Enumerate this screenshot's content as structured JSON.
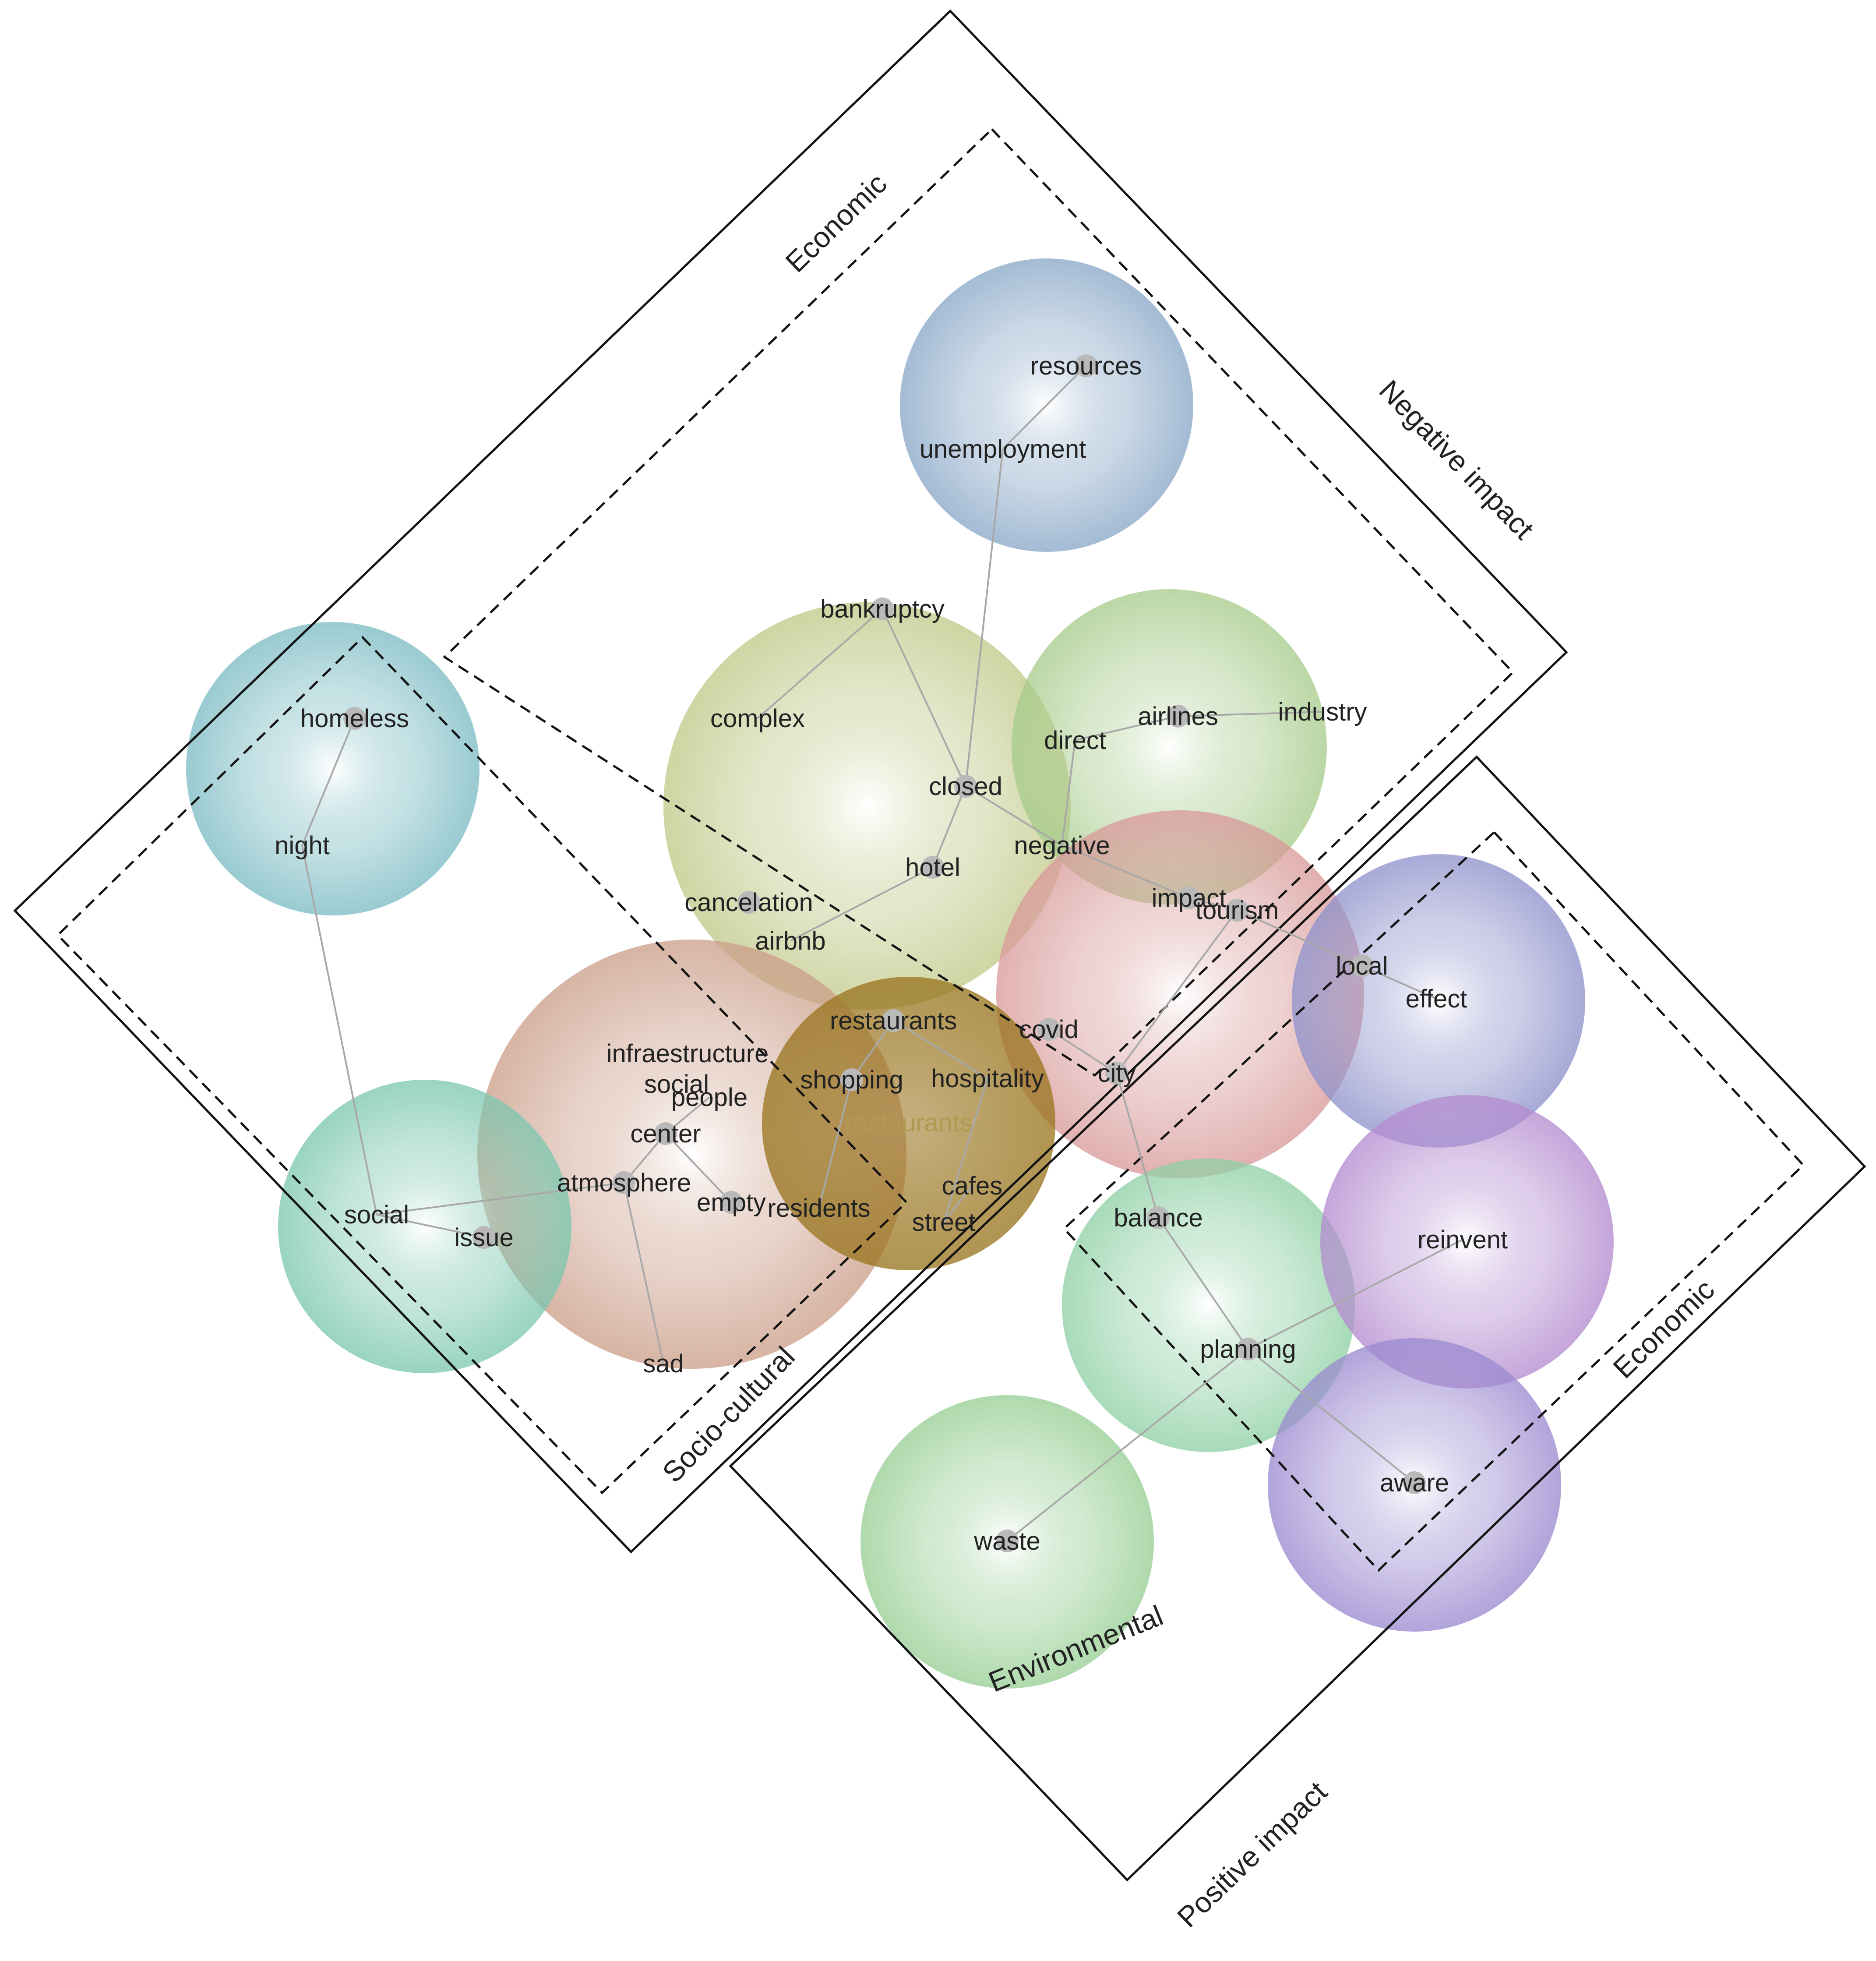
{
  "regions": {
    "negative_impact": "Negative impact",
    "positive_impact": "Positive impact",
    "economic_top": "Economic",
    "socio_cultural": "Socio-cultural",
    "economic_right": "Economic",
    "environmental": "Environmental"
  },
  "clusters": [
    {
      "id": "resources",
      "color": "#8aa8c8"
    },
    {
      "id": "homeless",
      "color": "#7cbcc4"
    },
    {
      "id": "closed",
      "color": "#c2c98a"
    },
    {
      "id": "airlines",
      "color": "#a7cc8c"
    },
    {
      "id": "impact",
      "color": "#d99a9a"
    },
    {
      "id": "local",
      "color": "#8f92cc"
    },
    {
      "id": "atmosphere",
      "color": "#cc9f8a"
    },
    {
      "id": "restaurants",
      "color": "#9a7620"
    },
    {
      "id": "social-issue",
      "color": "#7cc7b0"
    },
    {
      "id": "balance",
      "color": "#8fd0a5"
    },
    {
      "id": "reinvent",
      "color": "#b48cd0"
    },
    {
      "id": "aware",
      "color": "#9b8ad0"
    },
    {
      "id": "waste",
      "color": "#98cf95"
    }
  ],
  "nodes": [
    {
      "id": "resources",
      "label": "resources"
    },
    {
      "id": "unemployment",
      "label": "unemployment"
    },
    {
      "id": "bankruptcy",
      "label": "bankruptcy"
    },
    {
      "id": "complex",
      "label": "complex"
    },
    {
      "id": "closed",
      "label": "closed"
    },
    {
      "id": "hotel",
      "label": "hotel"
    },
    {
      "id": "cancelation",
      "label": "cancelation"
    },
    {
      "id": "airbnb",
      "label": "airbnb"
    },
    {
      "id": "direct",
      "label": "direct"
    },
    {
      "id": "airlines",
      "label": "airlines"
    },
    {
      "id": "industry",
      "label": "industry"
    },
    {
      "id": "negative",
      "label": "negative"
    },
    {
      "id": "impact",
      "label": "impact"
    },
    {
      "id": "tourism",
      "label": "tourism"
    },
    {
      "id": "local",
      "label": "local"
    },
    {
      "id": "effect",
      "label": "effect"
    },
    {
      "id": "covid",
      "label": "covid"
    },
    {
      "id": "city",
      "label": "city"
    },
    {
      "id": "homeless",
      "label": "homeless"
    },
    {
      "id": "night",
      "label": "night"
    },
    {
      "id": "restaurants-top",
      "label": "restaurants"
    },
    {
      "id": "infraestructure",
      "label": "infraestructure"
    },
    {
      "id": "social-mid",
      "label": "social"
    },
    {
      "id": "people",
      "label": "people"
    },
    {
      "id": "shopping",
      "label": "shopping"
    },
    {
      "id": "hospitality",
      "label": "hospitality"
    },
    {
      "id": "restaurants-center",
      "label": "restaurants"
    },
    {
      "id": "center",
      "label": "center"
    },
    {
      "id": "atmosphere",
      "label": "atmosphere"
    },
    {
      "id": "empty",
      "label": "empty"
    },
    {
      "id": "residents",
      "label": "residents"
    },
    {
      "id": "cafes",
      "label": "cafes"
    },
    {
      "id": "street",
      "label": "street"
    },
    {
      "id": "social",
      "label": "social"
    },
    {
      "id": "issue",
      "label": "issue"
    },
    {
      "id": "sad",
      "label": "sad"
    },
    {
      "id": "balance",
      "label": "balance"
    },
    {
      "id": "reinvent",
      "label": "reinvent"
    },
    {
      "id": "planning",
      "label": "planning"
    },
    {
      "id": "aware",
      "label": "aware"
    },
    {
      "id": "waste",
      "label": "waste"
    }
  ],
  "edges": [
    [
      "resources",
      "unemployment"
    ],
    [
      "unemployment",
      "closed"
    ],
    [
      "bankruptcy",
      "complex"
    ],
    [
      "bankruptcy",
      "closed"
    ],
    [
      "closed",
      "hotel"
    ],
    [
      "closed",
      "negative"
    ],
    [
      "hotel",
      "airbnb"
    ],
    [
      "direct",
      "airlines"
    ],
    [
      "airlines",
      "industry"
    ],
    [
      "direct",
      "negative"
    ],
    [
      "negative",
      "impact"
    ],
    [
      "impact",
      "tourism"
    ],
    [
      "tourism",
      "local"
    ],
    [
      "local",
      "effect"
    ],
    [
      "tourism",
      "city"
    ],
    [
      "covid",
      "city"
    ],
    [
      "homeless",
      "night"
    ],
    [
      "night",
      "social"
    ],
    [
      "social",
      "atmosphere"
    ],
    [
      "social",
      "issue"
    ],
    [
      "atmosphere",
      "sad"
    ],
    [
      "atmosphere",
      "center"
    ],
    [
      "center",
      "people"
    ],
    [
      "center",
      "empty"
    ],
    [
      "restaurants-top",
      "shopping"
    ],
    [
      "restaurants-top",
      "hospitality"
    ],
    [
      "shopping",
      "residents"
    ],
    [
      "hospitality",
      "street"
    ],
    [
      "cafes",
      "street"
    ],
    [
      "city",
      "balance"
    ],
    [
      "balance",
      "planning"
    ],
    [
      "planning",
      "reinvent"
    ],
    [
      "planning",
      "aware"
    ],
    [
      "planning",
      "waste"
    ]
  ]
}
